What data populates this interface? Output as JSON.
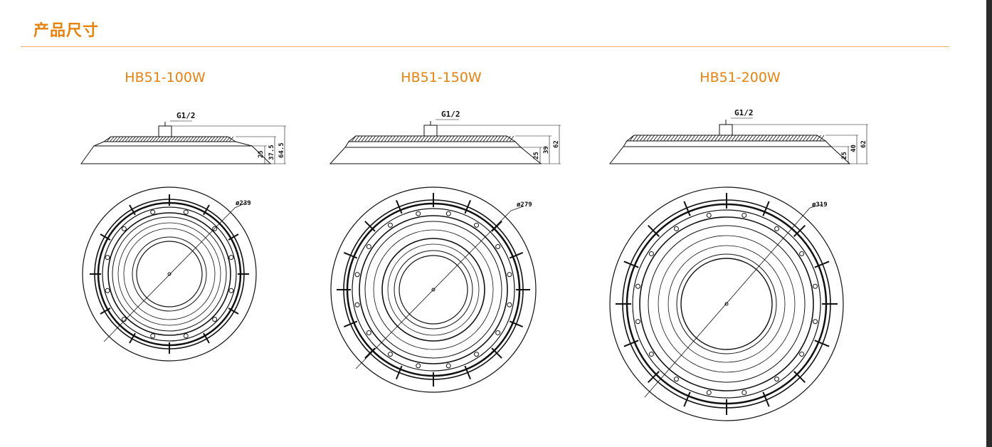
{
  "section": {
    "title": "产品尺寸",
    "accent_color": "#e8820f",
    "rule_color": "#f0b060"
  },
  "models": [
    {
      "name": "HB51-100W",
      "thread": "G1/2",
      "diameter_label": "ø239",
      "height_dims": [
        "25",
        "37.5",
        "64.5"
      ]
    },
    {
      "name": "HB51-150W",
      "thread": "G1/2",
      "diameter_label": "ø279",
      "height_dims": [
        "25",
        "39",
        "62"
      ]
    },
    {
      "name": "HB51-200W",
      "thread": "G1/2",
      "diameter_label": "ø319",
      "height_dims": [
        "25",
        "40",
        "62"
      ]
    }
  ]
}
